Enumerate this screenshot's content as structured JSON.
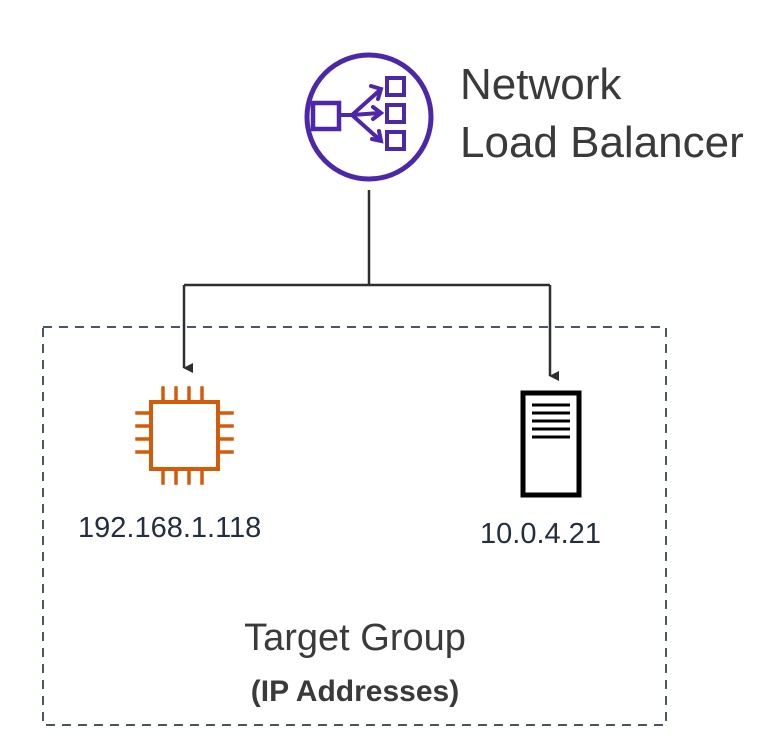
{
  "load_balancer": {
    "title_line1": "Network",
    "title_line2": "Load Balancer",
    "icon": "network-load-balancer-icon",
    "color": "#4d27aa"
  },
  "target_group": {
    "title": "Target Group",
    "subtitle": "(IP Addresses)",
    "border_style": "dashed",
    "border_color": "#4a5568"
  },
  "targets": [
    {
      "icon": "ec2-instance-icon",
      "ip": "192.168.1.118",
      "color": "#d45b07"
    },
    {
      "icon": "on-premises-server-icon",
      "ip": "10.0.4.21",
      "color": "#000000"
    }
  ],
  "connector_color": "#2f2f2f"
}
